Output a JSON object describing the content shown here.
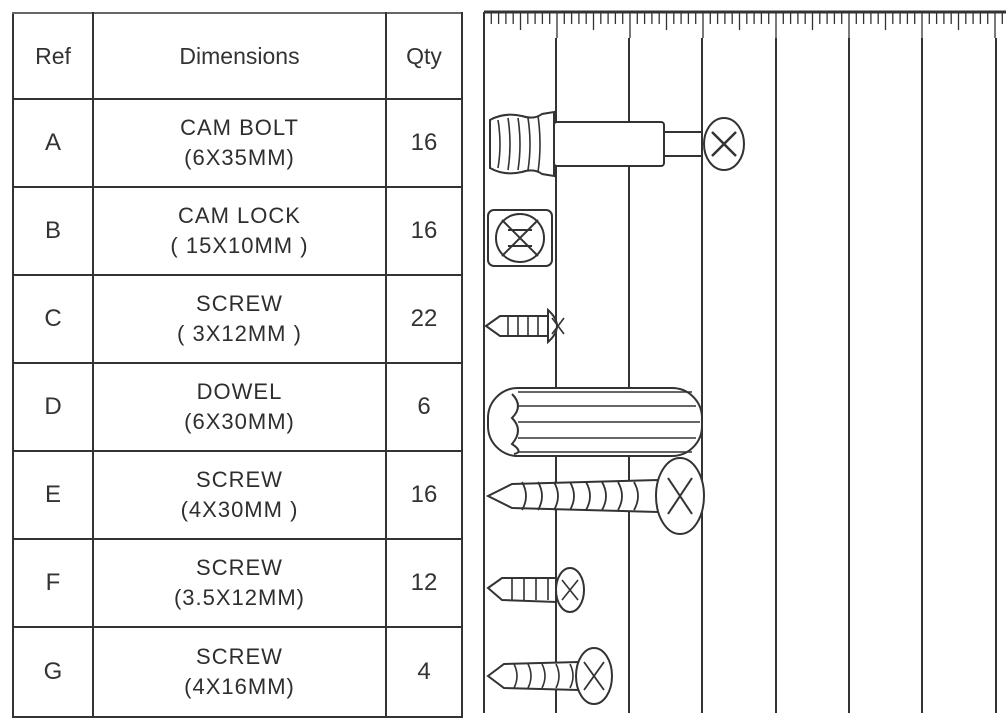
{
  "table": {
    "headers": {
      "ref": "Ref",
      "dimensions": "Dimensions",
      "qty": "Qty"
    },
    "rows": [
      {
        "ref": "A",
        "name": "CAM BOLT",
        "size": "(6X35MM)",
        "qty": "16",
        "part_icon": "cam-bolt-icon"
      },
      {
        "ref": "B",
        "name": "CAM LOCK",
        "size": "( 15X10MM )",
        "qty": "16",
        "part_icon": "cam-lock-icon"
      },
      {
        "ref": "C",
        "name": "SCREW",
        "size": "( 3X12MM )",
        "qty": "22",
        "part_icon": "small-screw-icon"
      },
      {
        "ref": "D",
        "name": "DOWEL",
        "size": "(6X30MM)",
        "qty": "6",
        "part_icon": "dowel-icon"
      },
      {
        "ref": "E",
        "name": "SCREW",
        "size": "(4X30MM )",
        "qty": "16",
        "part_icon": "long-screw-icon"
      },
      {
        "ref": "F",
        "name": "SCREW",
        "size": "(3.5X12MM)",
        "qty": "12",
        "part_icon": "screw-icon"
      },
      {
        "ref": "G",
        "name": "SCREW",
        "size": "(4X16MM)",
        "qty": "4",
        "part_icon": "screw-icon"
      }
    ]
  },
  "colors": {
    "ink": "#2a2a2a",
    "line": "#333333",
    "background": "#ffffff"
  }
}
